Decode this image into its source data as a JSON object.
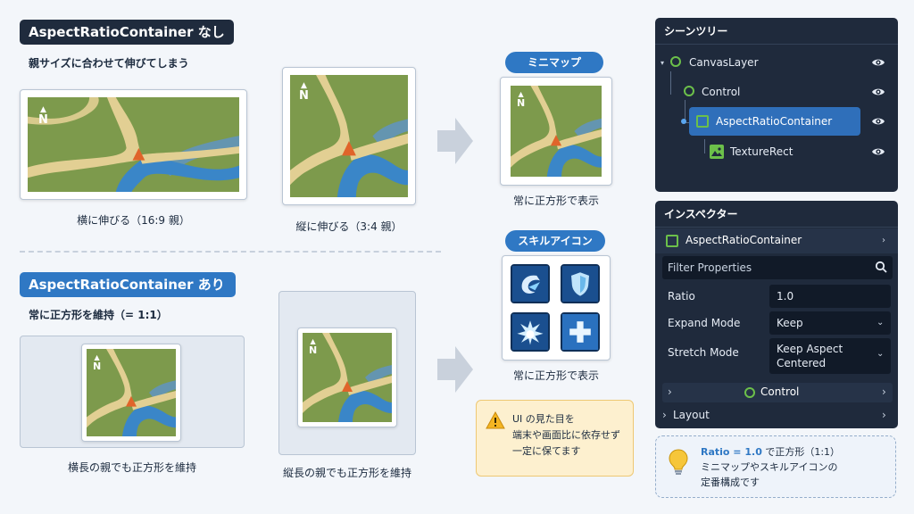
{
  "left": {
    "without_tag": "AspectRatioContainer なし",
    "without_sub": "親サイズに合わせて伸びてしまう",
    "caption_wide": "横に伸びる（16:9 親）",
    "caption_tall": "縦に伸びる（3:4 親）",
    "with_tag": "AspectRatioContainer あり",
    "with_sub": "常に正方形を維持（= 1:1）",
    "caption_wide_keep": "横長の親でも正方形を維持",
    "caption_tall_keep": "縦長の親でも正方形を維持",
    "north": "N"
  },
  "middle": {
    "minimap_pill": "ミニマップ",
    "minimap_caption": "常に正方形で表示",
    "skill_pill": "スキルアイコン",
    "skill_caption": "常に正方形で表示",
    "warning_line1": "UI の見た目を",
    "warning_line2": "端末や画面比に依存せず",
    "warning_line3": "一定に保てます"
  },
  "scene_tree": {
    "title": "シーンツリー",
    "nodes": [
      "CanvasLayer",
      "Control",
      "AspectRatioContainer",
      "TextureRect"
    ]
  },
  "inspector": {
    "title": "インスペクター",
    "node_name": "AspectRatioContainer",
    "filter_placeholder": "Filter Properties",
    "ratio_label": "Ratio",
    "ratio_value": "1.0",
    "expand_label": "Expand Mode",
    "expand_value": "Keep",
    "stretch_label": "Stretch Mode",
    "stretch_value_line1": "Keep Aspect",
    "stretch_value_line2": "Centered",
    "control_section": "Control",
    "layout_section": "Layout"
  },
  "tip": {
    "line1_highlight": "Ratio = 1.0",
    "line1_rest": " で正方形（1:1）",
    "line2": "ミニマップやスキルアイコンの",
    "line3": "定番構成です"
  },
  "colors": {
    "accent": "#2f78c4",
    "panel": "#1f2a3c",
    "map_grass": "#7d9a4c",
    "map_road": "#e2cf93",
    "map_river": "#3a86c8",
    "marker": "#e0642a",
    "node_green": "#6cc04a"
  }
}
